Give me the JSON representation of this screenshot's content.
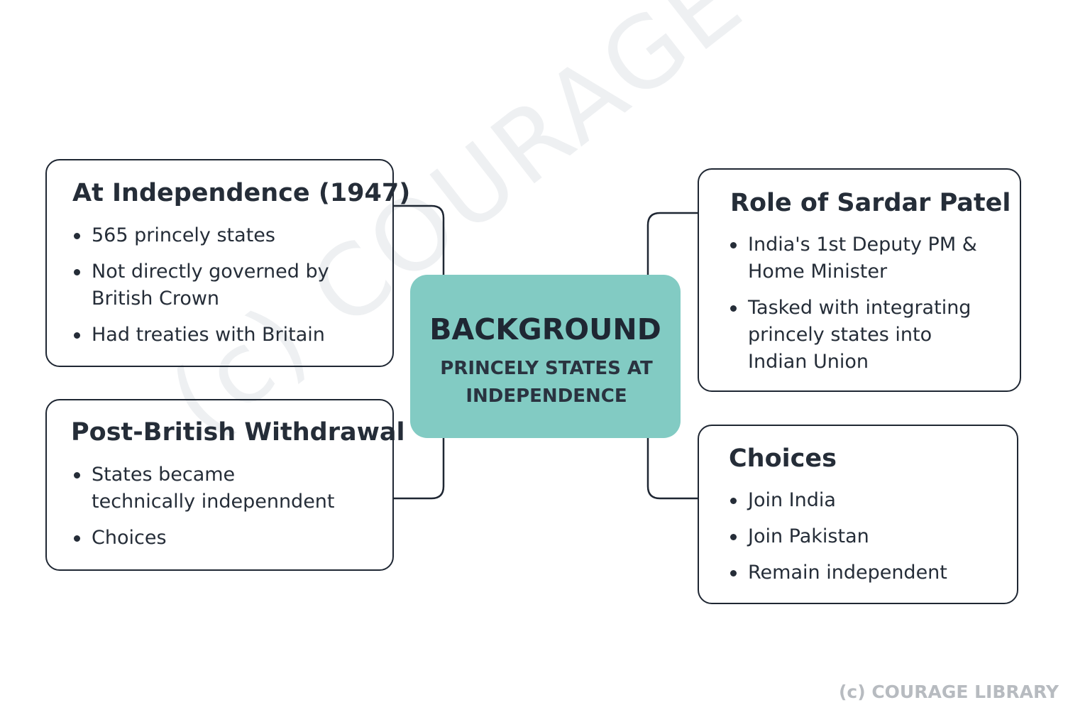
{
  "watermark": {
    "corner_text": "(c) COURAGE LIBRARY",
    "diagonal_text": "(c) COURAGE LIBRARY"
  },
  "center": {
    "title": "BACKGROUND",
    "subtitle_line1": "PRINCELY STATES AT",
    "subtitle_line2": "INDEPENDENCE",
    "fill_color": "#82cbc3"
  },
  "boxes": {
    "at_independence": {
      "title": "At Independence (1947)",
      "bullets": [
        {
          "line1": "565 princely states",
          "line2": ""
        },
        {
          "line1": "Not directly governed by",
          "line2": "British Crown"
        },
        {
          "line1": "Had treaties with Britain",
          "line2": ""
        }
      ]
    },
    "post_british": {
      "title": "Post-British Withdrawal",
      "bullets": [
        {
          "line1": "States became",
          "line2": "technically indepenndent"
        },
        {
          "line1": "Choices",
          "line2": ""
        }
      ]
    },
    "role_patel": {
      "title": "Role of Sardar Patel",
      "bullets": [
        {
          "line1": "India's 1st Deputy PM &",
          "line2": "Home Minister",
          "line3": ""
        },
        {
          "line1": "Tasked with integrating",
          "line2": "princely states into",
          "line3": "Indian Union"
        }
      ]
    },
    "choices": {
      "title": "Choices",
      "bullets": [
        {
          "line1": "Join India"
        },
        {
          "line1": "Join Pakistan"
        },
        {
          "line1": "Remain independent"
        }
      ]
    }
  },
  "colors": {
    "outline": "#1f2733",
    "text": "#252d38",
    "watermark": "#b7bbc0"
  }
}
